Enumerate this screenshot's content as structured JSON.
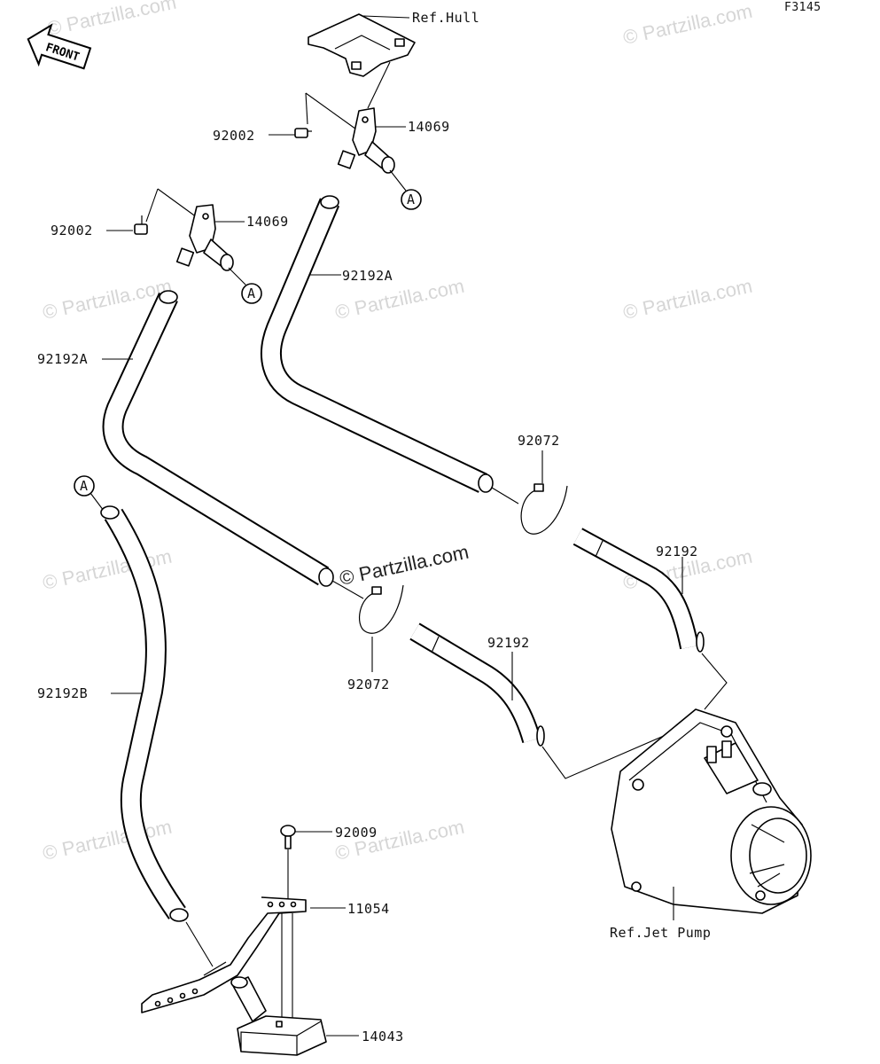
{
  "figure_code": "F3145",
  "front_label": "FRONT",
  "watermark": "© Partzilla.com",
  "ref_hull": "Ref.Hull",
  "ref_jet_pump": "Ref.Jet Pump",
  "connector_letter": "A",
  "parts": {
    "screw_upper": "92002",
    "fitting_upper": "14069",
    "screw_lower": "92002",
    "fitting_lower": "14069",
    "hose_a_right": "92192A",
    "hose_a_left": "92192A",
    "clamp_upper": "92072",
    "clamp_lower": "92072",
    "hose_right": "92192",
    "hose_center": "92192",
    "hose_b": "92192B",
    "screw_bracket": "92009",
    "bracket": "11054",
    "filter": "14043"
  }
}
